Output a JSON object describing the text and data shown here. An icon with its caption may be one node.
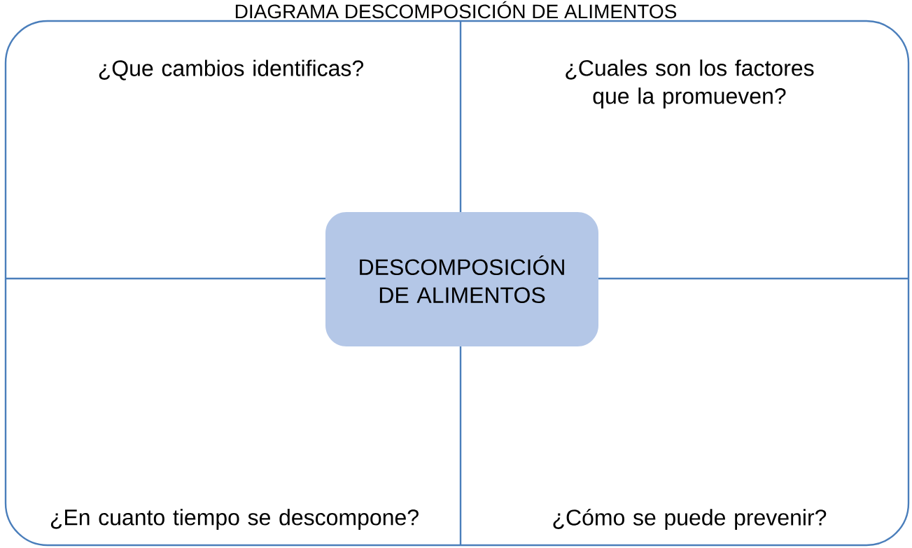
{
  "diagram": {
    "title": "DIAGRAMA DESCOMPOSICIÓN DE ALIMENTOS",
    "nodes": [
      {
        "text": [
          "DESCOMPOSICIÓN DE ALIMENTOS"
        ]
      }
    ],
    "labels": [
      "¿Que cambios identificas?",
      "¿Cuales son los factores que la promueven?",
      "¿En cuanto tiempo se descompone?",
      "¿Cómo se puede prevenir?"
    ]
  }
}
